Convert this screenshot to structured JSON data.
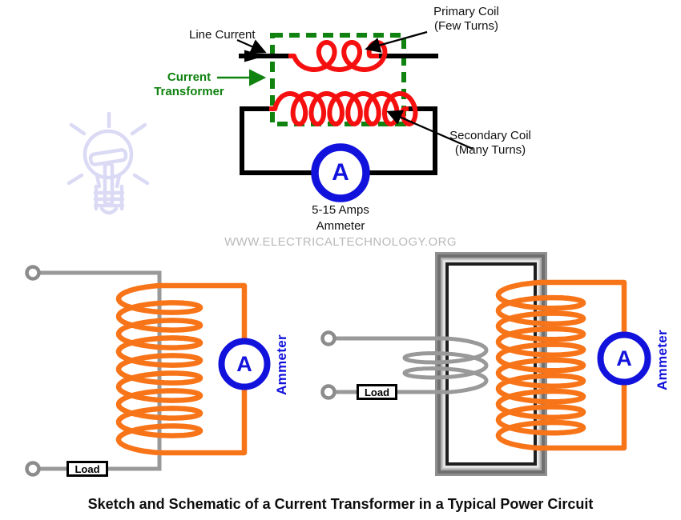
{
  "caption": "Sketch and Schematic of a Current Transformer in a Typical Power Circuit",
  "watermark": "WWW.ELECTRICALTECHNOLOGY.ORG",
  "colors": {
    "coil_red": "#f50f0f",
    "boundary_green": "#0f820f",
    "ammeter_blue": "#1212dd",
    "coil_orange": "#f87418",
    "wire_gray": "#999999"
  },
  "schematic": {
    "line_current_label": "Line Current",
    "primary_coil_label_1": "Primary Coil",
    "primary_coil_label_2": "(Few Turns)",
    "current_transformer_label_1": "Current",
    "current_transformer_label_2": "Transformer",
    "secondary_coil_label_1": "Secondary Coil",
    "secondary_coil_label_2": "(Many Turns)",
    "ammeter_symbol": "A",
    "ammeter_rating": "5-15 Amps",
    "ammeter_label": "Ammeter"
  },
  "sketch_left": {
    "ammeter_symbol": "A",
    "ammeter_label": "Ammeter",
    "load_label": "Load"
  },
  "sketch_right": {
    "ammeter_symbol": "A",
    "ammeter_label": "Ammeter",
    "load_label": "Load"
  }
}
